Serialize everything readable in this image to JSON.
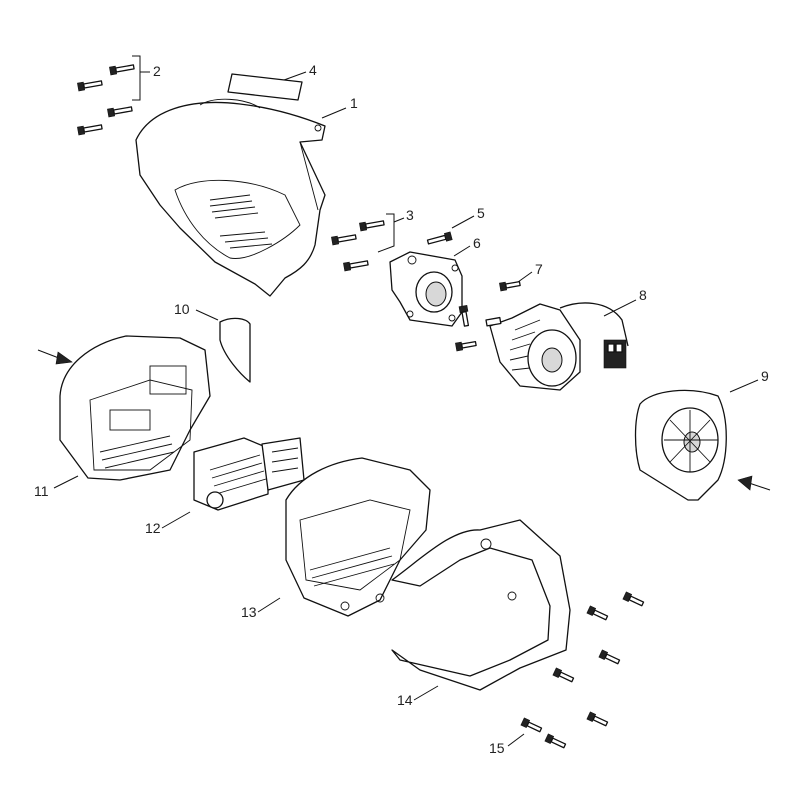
{
  "callouts": {
    "p1": "1",
    "p2": "2",
    "p3": "3",
    "p4": "4",
    "p5": "5",
    "p6": "6",
    "p7": "7",
    "p8": "8",
    "p9": "9",
    "p10": "10",
    "p11": "11",
    "p12": "12",
    "p13": "13",
    "p14": "14",
    "p15": "15"
  },
  "colors": {
    "line": "#111111",
    "background": "#ffffff",
    "shade": "#d8d8d8"
  }
}
